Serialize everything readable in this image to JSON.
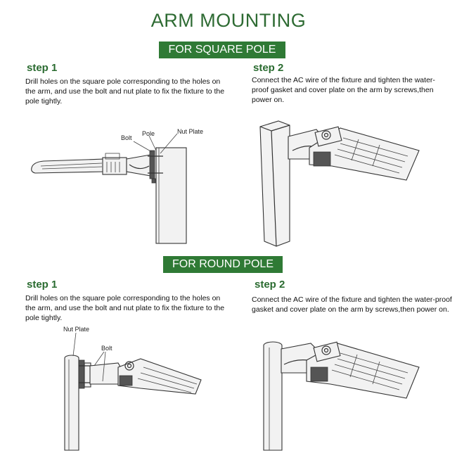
{
  "title": "ARM MOUNTING",
  "sections": [
    {
      "banner": "FOR SQUARE POLE",
      "steps": [
        {
          "label": "step 1",
          "text": "Drill holes on the square pole corresponding to the holes on the arm, and use the bolt and nut plate to fix the fixture to the pole tightly."
        },
        {
          "label": "step 2",
          "text": "Connect the AC wire of the fixture and tighten the water-proof gasket and cover plate on the  arm by screws,then power on."
        }
      ],
      "callouts": [
        "Bolt",
        "Pole",
        "Nut Plate"
      ]
    },
    {
      "banner": "FOR ROUND POLE",
      "steps": [
        {
          "label": "step 1",
          "text": "Drill holes on the square pole corresponding to the holes on the arm, and use the bolt and nut plate to fix the fixture to the pole tightly."
        },
        {
          "label": "step 2",
          "text": "Connect the AC wire of the fixture and tighten the water-proof gasket and cover plate on the  arm by screws,then power on."
        }
      ],
      "callouts": [
        "Nut Plate",
        "Bolt"
      ]
    }
  ],
  "colors": {
    "title": "#2e6b33",
    "banner_bg": "#2f7a35",
    "banner_text": "#ffffff",
    "step": "#2a6b30"
  }
}
